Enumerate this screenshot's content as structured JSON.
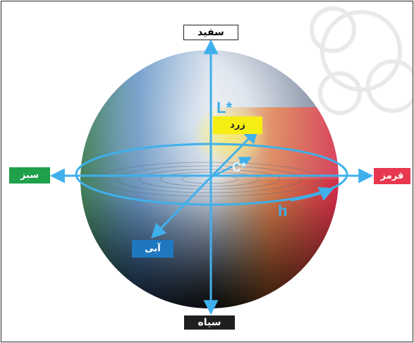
{
  "labels": {
    "white": "سفید",
    "black": "سیاه",
    "green": "سبز",
    "red": "قرمز",
    "yellow": "زرد",
    "blue": "آبی"
  },
  "axes": {
    "lightness": "L*",
    "chroma": "C*",
    "hue": "h"
  },
  "colors": {
    "axis": "#3fb0ec",
    "white_label_bg": "#ffffff",
    "black_label_bg": "#1f1f1f",
    "green_label_bg": "#1fa04a",
    "red_label_bg": "#e8384f",
    "yellow_label_bg": "#f6ee12",
    "blue_label_bg": "#1f77c0"
  }
}
